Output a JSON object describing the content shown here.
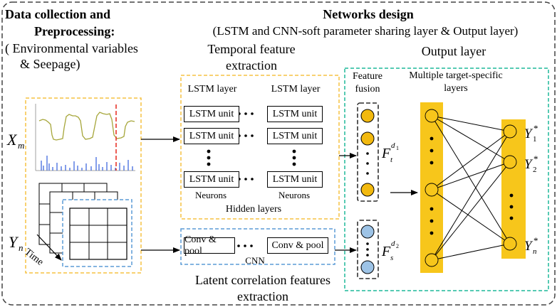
{
  "left_header": {
    "title_line1": "Data collection and",
    "title_line2": "Preprocessing:",
    "subtitle_line1": "( Environmental variables",
    "subtitle_line2": "& Seepage)"
  },
  "networks_header": {
    "title": "Networks  design",
    "subtitle": "(LSTM and CNN-soft parameter sharing layer & Output layer)"
  },
  "temporal": {
    "title_line1": "Temporal feature",
    "title_line2": "extraction",
    "layer_label_left": "LSTM layer",
    "layer_label_right": "LSTM layer",
    "unit_label": "LSTM unit",
    "neurons_left": "Neurons",
    "neurons_right": "Neurons",
    "hidden_layers": "Hidden layers"
  },
  "cnn": {
    "conv_label": "Conv & pool",
    "cnn_label": "CNN",
    "title_line1": "Latent correlation features",
    "title_line2": "extraction"
  },
  "fusion": {
    "line1": "Feature",
    "line2": "fusion",
    "ft_base": "F",
    "ft_sub": "t",
    "ft_sup": "d",
    "ft_sup_sub": "1",
    "fs_base": "F",
    "fs_sub": "s",
    "fs_sup": "d",
    "fs_sup_sub": "2"
  },
  "output": {
    "title": "Output layer",
    "mt_line1": "Multiple target-specific",
    "mt_line2": "layers",
    "y_base": "Y",
    "y1_sub": "1",
    "y2_sub": "2",
    "yn_sub": "n",
    "star": "*"
  },
  "inputs": {
    "xm_base": "X",
    "xm_sub": "m",
    "yn_base": "Y",
    "yn_sub": "n",
    "time": "Time"
  },
  "colors": {
    "orange_dash": "#f5c242",
    "blue_dash": "#5b9bd5",
    "green_dash": "#1fb89a",
    "outer_dash": "#444444",
    "orange_node": "#f2b90f",
    "blue_node": "#9dc3e6",
    "yellow_bar": "#f7c61b",
    "olive_line": "#a6a63a",
    "series_blue": "#1f4fd8",
    "red_dash": "#e8352b"
  }
}
